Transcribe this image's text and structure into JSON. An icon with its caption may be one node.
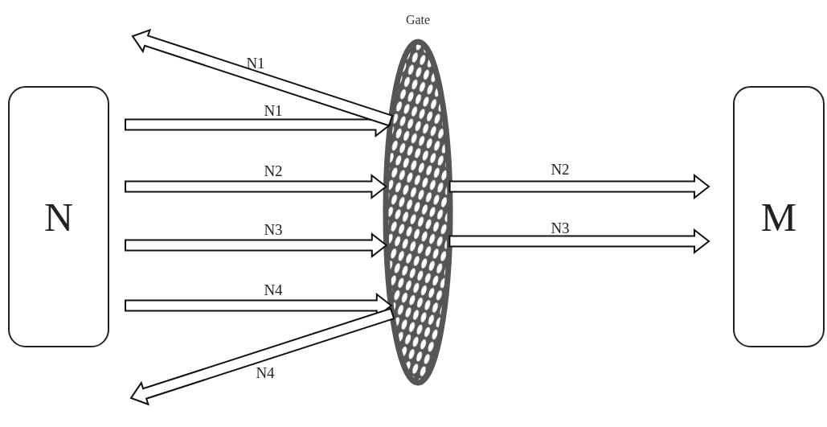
{
  "diagram": {
    "nodes": [
      {
        "text": [
          "N"
        ]
      },
      {
        "text": [
          "Gate"
        ]
      },
      {
        "text": [
          "M"
        ]
      }
    ],
    "edges": [
      {
        "from": 0,
        "to": 1,
        "arrow": "to",
        "label": "N1"
      },
      {
        "from": 0,
        "to": 1,
        "arrow": "to",
        "label": "N2"
      },
      {
        "from": 0,
        "to": 1,
        "arrow": "to",
        "label": "N3"
      },
      {
        "from": 0,
        "to": 1,
        "arrow": "to",
        "label": "N4"
      },
      {
        "from": 1,
        "to": null,
        "arrow": "to",
        "label": "N1"
      },
      {
        "from": 1,
        "to": null,
        "arrow": "to",
        "label": "N4"
      },
      {
        "from": 1,
        "to": 2,
        "arrow": "to",
        "label": "N2"
      },
      {
        "from": 1,
        "to": 2,
        "arrow": "to",
        "label": "N3"
      }
    ]
  }
}
